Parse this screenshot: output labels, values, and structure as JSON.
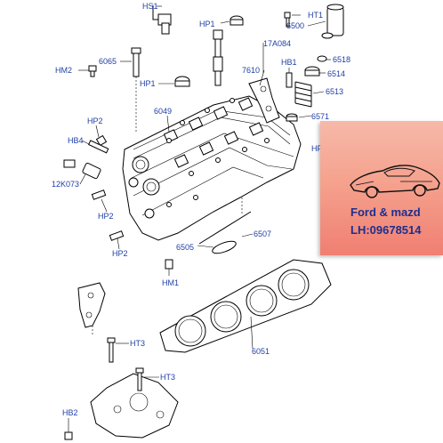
{
  "labels": {
    "hs1": "HS1",
    "hp1_top": "HP1",
    "ht1": "HT1",
    "p6500": "6500",
    "p17a084": "17A084",
    "p6518": "6518",
    "hm2": "HM2",
    "p6065": "6065",
    "hb1": "HB1",
    "p6514": "6514",
    "p7610": "7610",
    "hp1_mid": "HP1",
    "p6513": "6513",
    "p6049": "6049",
    "p6571": "6571",
    "hp2_a": "HP2",
    "hb4": "HB4",
    "hp_cut": "HP",
    "p12k073": "12K073",
    "hp2_b": "HP2",
    "p6507": "6507",
    "p6505": "6505",
    "hp2_c": "HP2",
    "hm1": "HM1",
    "ht3_a": "HT3",
    "p6051": "6051",
    "ht3_b": "HT3",
    "hb2": "HB2"
  },
  "promo": {
    "line1": "Ford & mazd",
    "line2": "LH:09678514"
  },
  "colors": {
    "label_blue": "#1f3fa6",
    "promo_bg": "#f5a28e",
    "promo_text": "#1d2f8f"
  },
  "icons": {
    "promo_logo": "sports-car-icon"
  }
}
